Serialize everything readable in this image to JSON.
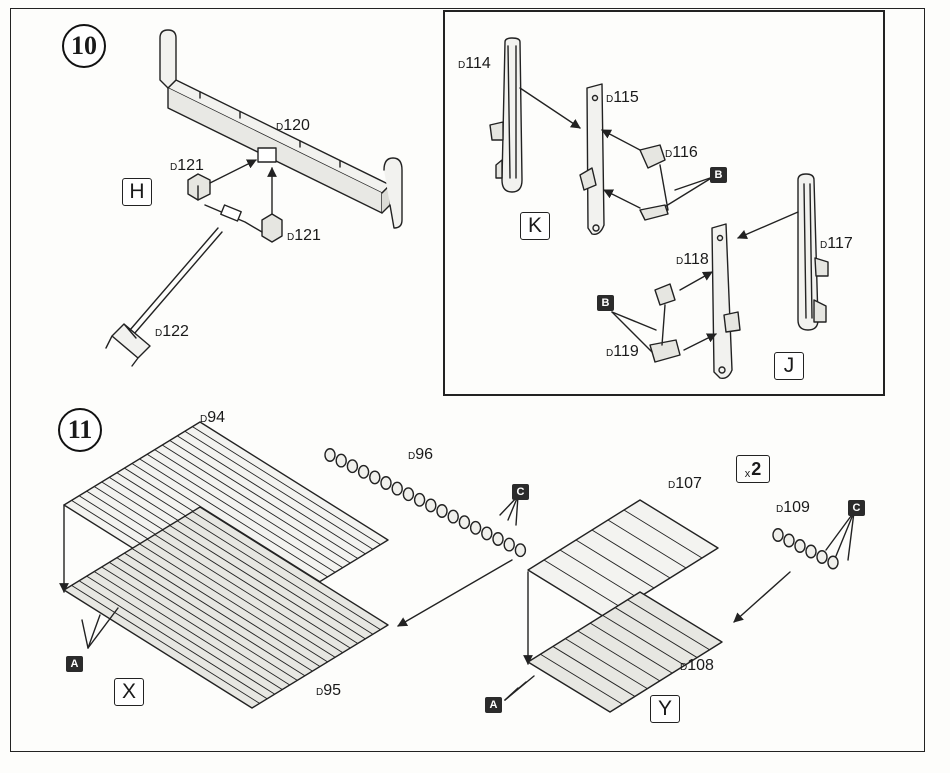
{
  "steps": {
    "s10": {
      "number": "10",
      "labels": {
        "H": "H"
      },
      "parts": {
        "d120": "120",
        "d121a": "121",
        "d121b": "121",
        "d122": "122"
      }
    },
    "s11": {
      "number": "11",
      "labels": {
        "X": "X",
        "Y": "Y"
      },
      "parts": {
        "d94": "94",
        "d95": "95",
        "d96": "96",
        "d107": "107",
        "d108": "108",
        "d109": "109"
      },
      "quantity": {
        "prefix": "x",
        "count": "2"
      }
    }
  },
  "inset": {
    "labels": {
      "K": "K",
      "J": "J"
    },
    "parts": {
      "d114": "114",
      "d115": "115",
      "d116": "116",
      "d117": "117",
      "d118": "118",
      "d119": "119"
    }
  },
  "badges": {
    "A": "A",
    "B": "B",
    "C": "C"
  },
  "part_prefix": "D"
}
